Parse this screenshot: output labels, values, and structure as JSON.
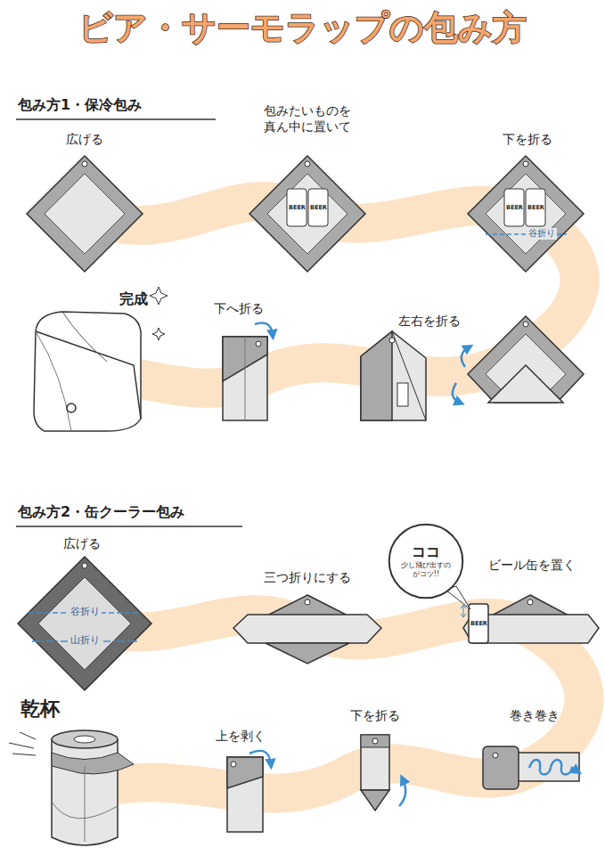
{
  "diagram": {
    "title": "ビア・サーモラップの包み方",
    "nodes": [
      {
        "text": [
          "ココ",
          "少し飛び出すのがコツ!!"
        ]
      }
    ],
    "labels": [
      "包み方1・保冷包み",
      "広げる",
      "包みたいものを 真ん中に置いて",
      "下を折る",
      "BEER",
      "BEER",
      "BEER",
      "BEER",
      "谷折り",
      "完成",
      "下へ折る",
      "左右を折る",
      "包み方2・缶クーラー包み",
      "広げる",
      "谷折り",
      "山折り",
      "三つ折りにする",
      "ビール缶を置く",
      "BEER",
      "巻き巻き",
      "乾杯",
      "上を剥く",
      "下を折る"
    ]
  }
}
